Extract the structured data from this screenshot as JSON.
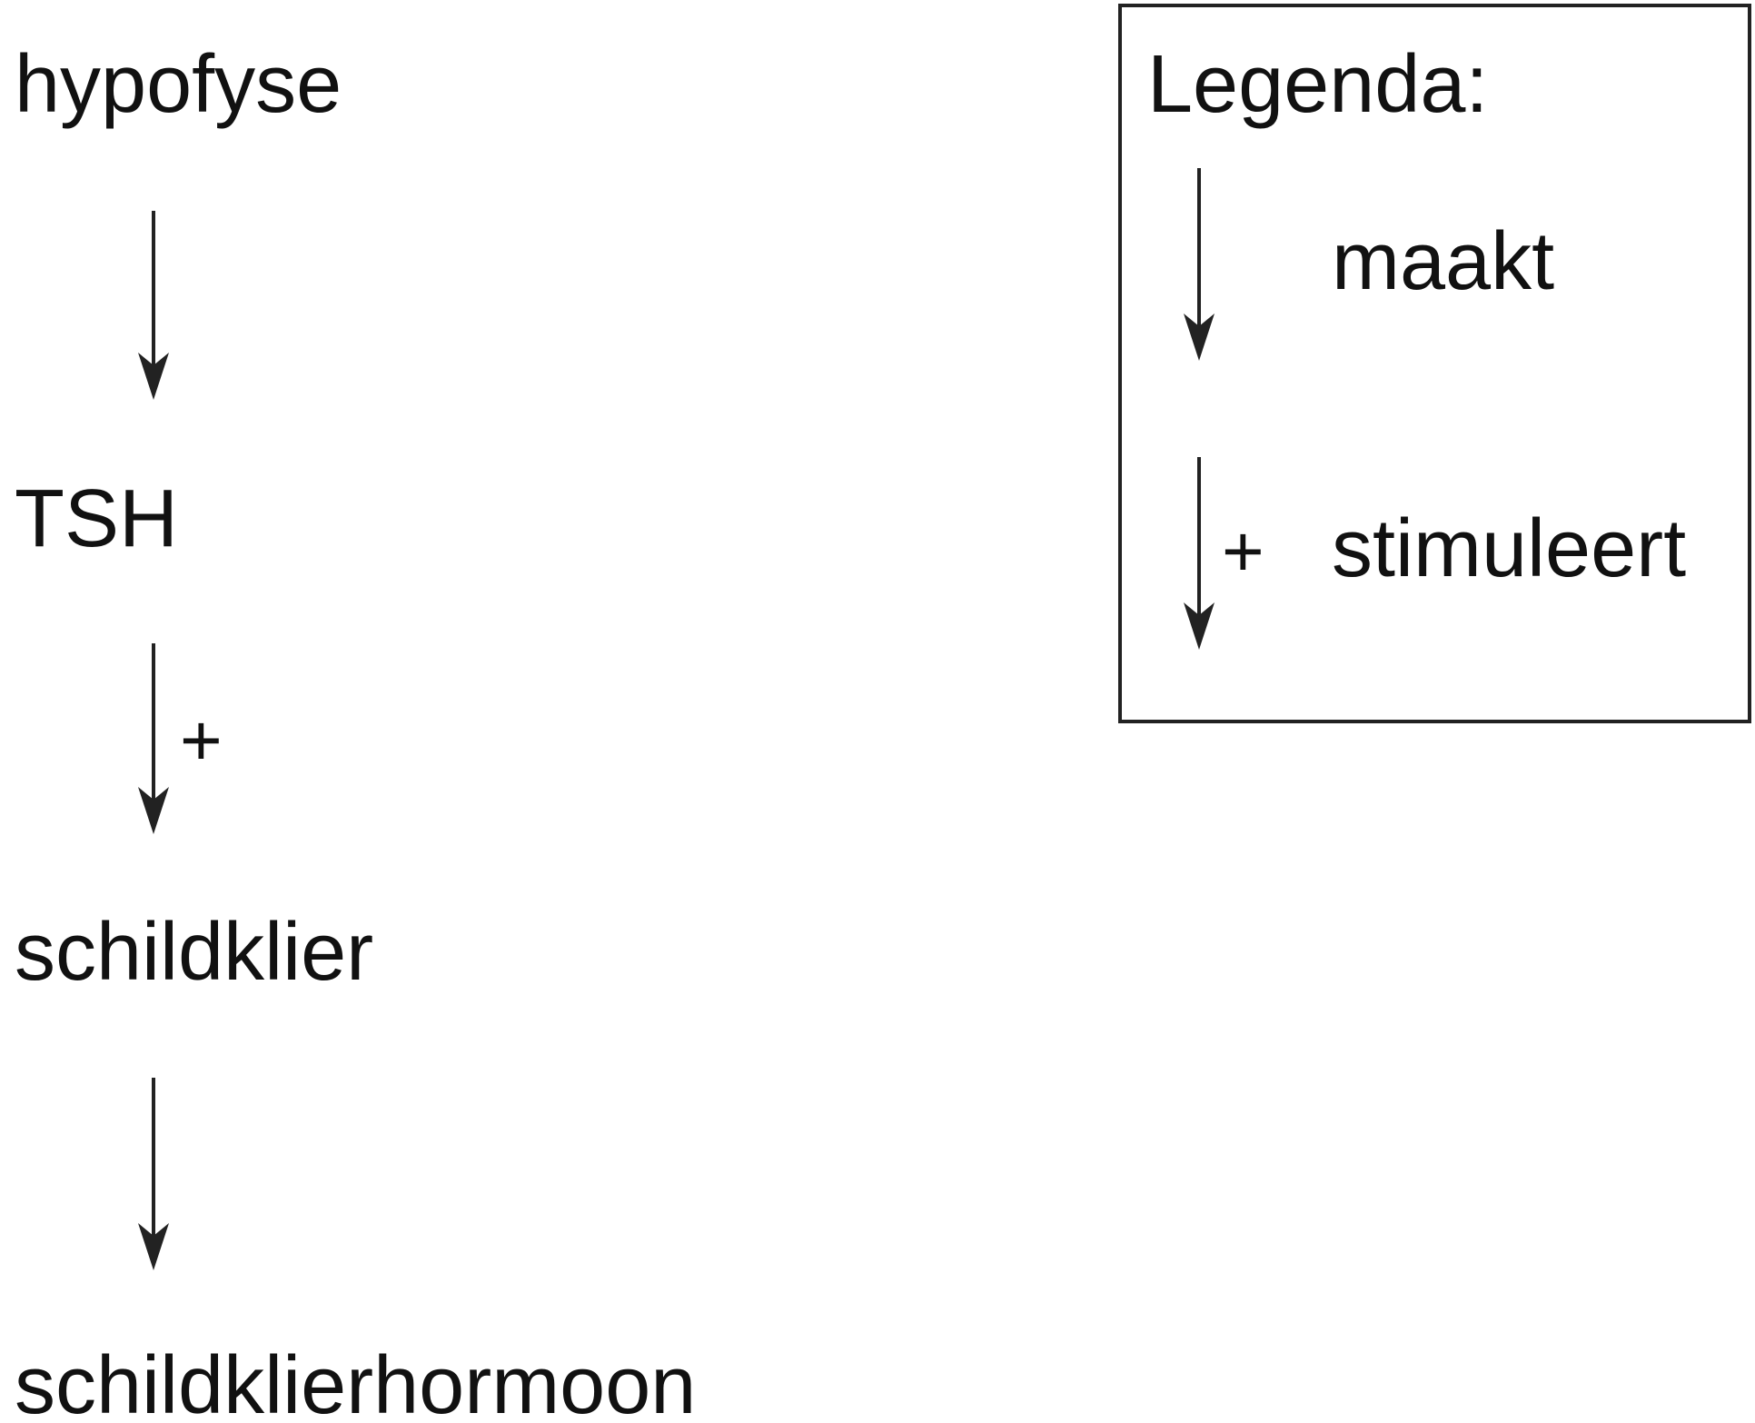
{
  "diagram": {
    "nodes": [
      {
        "label": "hypofyse"
      },
      {
        "label": "TSH"
      },
      {
        "label": "schildklier"
      },
      {
        "label": "schildklierhormoon"
      }
    ],
    "edges": [
      {
        "from": "hypofyse",
        "to": "TSH",
        "type": "maakt",
        "sign": ""
      },
      {
        "from": "TSH",
        "to": "schildklier",
        "type": "stimuleert",
        "sign": "+"
      },
      {
        "from": "schildklier",
        "to": "schildklierhormoon",
        "type": "maakt",
        "sign": ""
      }
    ],
    "arrow_color": "#222222"
  },
  "legend": {
    "title": "Legenda:",
    "items": [
      {
        "label": "maakt",
        "sign": ""
      },
      {
        "label": "stimuleert",
        "sign": "+"
      }
    ]
  }
}
